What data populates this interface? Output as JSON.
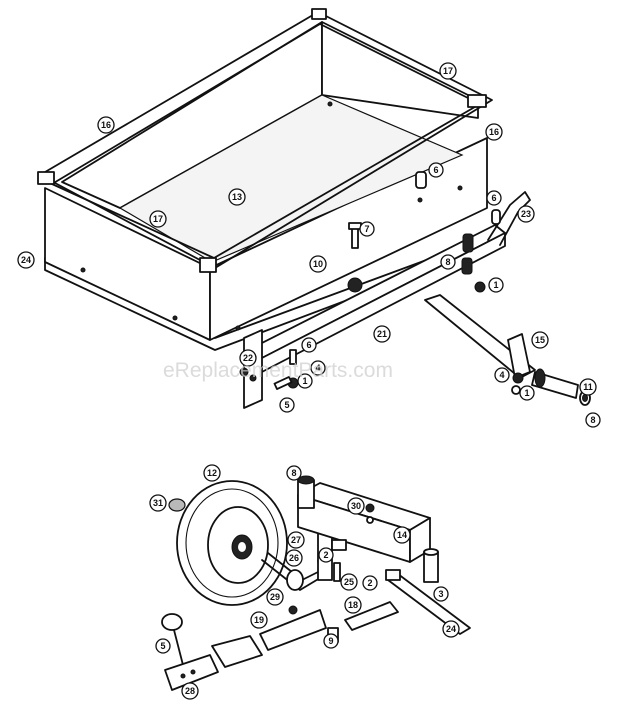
{
  "watermark": "eReplacementParts.com",
  "callouts": [
    {
      "id": "c-16a",
      "label": "16"
    },
    {
      "id": "c-17a",
      "label": "17"
    },
    {
      "id": "c-16b",
      "label": "16"
    },
    {
      "id": "c-13",
      "label": "13"
    },
    {
      "id": "c-17b",
      "label": "17"
    },
    {
      "id": "c-24a",
      "label": "24"
    },
    {
      "id": "c-6a",
      "label": "6"
    },
    {
      "id": "c-6b",
      "label": "6"
    },
    {
      "id": "c-23",
      "label": "23"
    },
    {
      "id": "c-7",
      "label": "7"
    },
    {
      "id": "c-10",
      "label": "10"
    },
    {
      "id": "c-8a",
      "label": "8"
    },
    {
      "id": "c-1a",
      "label": "1"
    },
    {
      "id": "c-21",
      "label": "21"
    },
    {
      "id": "c-15",
      "label": "15"
    },
    {
      "id": "c-22",
      "label": "22"
    },
    {
      "id": "c-6c",
      "label": "6"
    },
    {
      "id": "c-4a",
      "label": "4"
    },
    {
      "id": "c-1b",
      "label": "1"
    },
    {
      "id": "c-5a",
      "label": "5"
    },
    {
      "id": "c-4b",
      "label": "4"
    },
    {
      "id": "c-1c",
      "label": "1"
    },
    {
      "id": "c-11",
      "label": "11"
    },
    {
      "id": "c-8b",
      "label": "8"
    },
    {
      "id": "c-12",
      "label": "12"
    },
    {
      "id": "c-8c",
      "label": "8"
    },
    {
      "id": "c-31",
      "label": "31"
    },
    {
      "id": "c-30",
      "label": "30"
    },
    {
      "id": "c-14",
      "label": "14"
    },
    {
      "id": "c-27",
      "label": "27"
    },
    {
      "id": "c-2a",
      "label": "2"
    },
    {
      "id": "c-26",
      "label": "26"
    },
    {
      "id": "c-25",
      "label": "25"
    },
    {
      "id": "c-2b",
      "label": "2"
    },
    {
      "id": "c-3",
      "label": "3"
    },
    {
      "id": "c-29",
      "label": "29"
    },
    {
      "id": "c-18",
      "label": "18"
    },
    {
      "id": "c-19",
      "label": "19"
    },
    {
      "id": "c-24b",
      "label": "24"
    },
    {
      "id": "c-5b",
      "label": "5"
    },
    {
      "id": "c-9",
      "label": "9"
    },
    {
      "id": "c-28",
      "label": "28"
    }
  ]
}
